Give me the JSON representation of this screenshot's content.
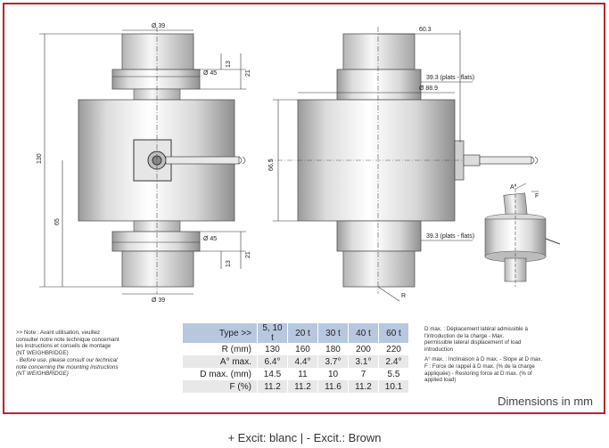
{
  "drawing": {
    "front": {
      "d_top": "Ø 39",
      "d_flange_top": "Ø 45",
      "h_13_top": "13",
      "h_21_top": "21",
      "h_130": "130",
      "h_65": "65",
      "d_flange_bottom": "Ø 45",
      "h_13_bottom": "13",
      "h_21_bottom": "21",
      "d_bottom": "Ø 39"
    },
    "side": {
      "w_60_3": "60.3",
      "flats_top": "39.3 (plats - flats)",
      "d_88_9": "Ø 88.9",
      "h_66_5": "66.5",
      "flats_bottom": "39.3 (plats - flats)",
      "r_label": "R"
    },
    "inset": {
      "a_label": "A°",
      "f_label": "F"
    }
  },
  "notes": {
    "left_fr": ">> Note : Avant utilisation, veuillez\nconsulter notre note technique concernant\nles instructions et conseils de montage\n(NT WEIGHBRIDGE)",
    "left_en": "- Before use, please consult our technical\nnote concerning the mounting instructions\n(NT WEIGHBRIDGE)",
    "right_dmax": "D max. : Déplacement latéral admissible à\n             l'introduction de la charge - Max.\n             permissible lateral displacement of load\n             introduction",
    "right_a": "A° max. : Inclinaison à D max. - Slope at D max.",
    "right_f": "F : Force de rappel à D max. (% de la charge\n      appliquée) - Restoring force at D max. (% of\n      applied load)"
  },
  "table": {
    "rows": [
      {
        "label": "Type >>",
        "values": [
          "5, 10 t",
          "20 t",
          "30 t",
          "40 t",
          "60 t"
        ]
      },
      {
        "label": "R (mm)",
        "values": [
          "130",
          "160",
          "180",
          "200",
          "220"
        ]
      },
      {
        "label": "A° max.",
        "values": [
          "6.4°",
          "4.4°",
          "3.7°",
          "3.1°",
          "2.4°"
        ]
      },
      {
        "label": "D max. (mm)",
        "values": [
          "14.5",
          "11",
          "10",
          "7",
          "5.5"
        ]
      },
      {
        "label": "F (%)",
        "values": [
          "11.2",
          "11.2",
          "11.6",
          "11.2",
          "10.1"
        ]
      }
    ]
  },
  "dimensions_label": "Dimensions in mm",
  "caption": "+ Excit: blanc | - Excit.: Brown",
  "colors": {
    "frame": "#b8262d",
    "table_header": "#b6c8de",
    "table_alt": "#e8e8e8",
    "metal_light": "#f2f2f2",
    "metal_mid": "#c9c9c9",
    "metal_dark": "#8d8d8d"
  }
}
